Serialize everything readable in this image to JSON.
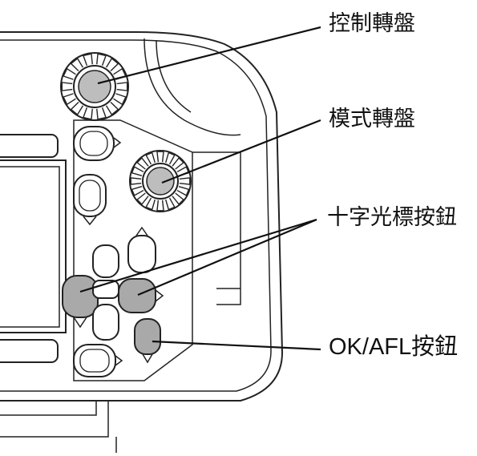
{
  "labels": {
    "control_dial": "控制轉盤",
    "mode_dial": "模式轉盤",
    "cross_key": "十字光標按鈕",
    "ok_afl": "OK/AFL按鈕"
  },
  "colors": {
    "line": "#222222",
    "highlight_fill": "#a9a9a9",
    "dial_center_fill": "#bdbdbd",
    "background": "#ffffff"
  }
}
